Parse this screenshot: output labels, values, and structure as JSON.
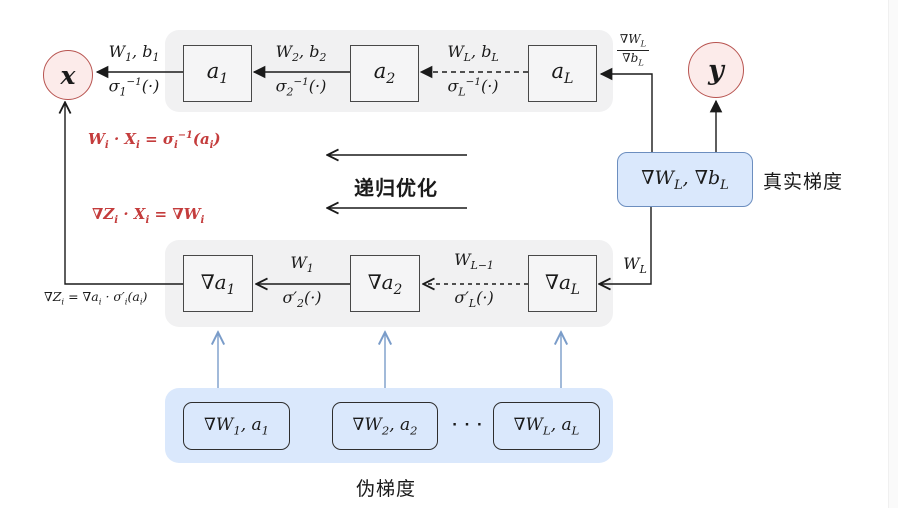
{
  "nodes": {
    "input": "x",
    "output": "y"
  },
  "forward_row": {
    "boxes": [
      "a<sub>1</sub>",
      "a<sub>2</sub>",
      "a<sub>L</sub>"
    ],
    "edges": [
      {
        "weight": "W<sub>1</sub>, b<sub>1</sub>",
        "activation": "σ<sub>1</sub><sup>−1</sup>(·)"
      },
      {
        "weight": "W<sub>2</sub>, b<sub>2</sub>",
        "activation": "σ<sub>2</sub><sup>−1</sup>(·)"
      },
      {
        "weight": "W<sub>L</sub>, b<sub>L</sub>",
        "activation": "σ<sub>L</sub><sup>−1</sup>(·)"
      }
    ],
    "gradient_fraction": {
      "numerator": "∇W<sub>L</sub>",
      "denominator": "∇b<sub>L</sub>"
    }
  },
  "true_gradient": {
    "box_label": "∇W<sub>L</sub>, ∇b<sub>L</sub>",
    "caption": "真实梯度",
    "edge_weight": "W<sub>L</sub>"
  },
  "equations": {
    "forward_identity": "W<sub>i</sub> · X<sub>i</sub> = σ<sub>i</sub><sup>−1</sup>(a<sub>i</sub>)",
    "gradient_identity": "∇Z<sub>i</sub> · X<sub>i</sub> = ∇W<sub>i</sub>",
    "z_gradient": "∇Z<sub>i</sub> = ∇a<sub>i</sub> · σ′<sub>i</sub>(a<sub>i</sub>)"
  },
  "recursive_label": "递归优化",
  "backward_row": {
    "boxes": [
      "∇a<sub>1</sub>",
      "∇a<sub>2</sub>",
      "∇a<sub>L</sub>"
    ],
    "edges": [
      {
        "weight": "W<sub>1</sub>",
        "activation": "σ′<sub>2</sub>(·)"
      },
      {
        "weight": "W<sub>L−1</sub>",
        "activation": "σ′<sub>L</sub>(·)"
      }
    ]
  },
  "pseudo_gradient": {
    "boxes": [
      "∇W<sub>1</sub>, a<sub>1</sub>",
      "∇W<sub>2</sub>, a<sub>2</sub>",
      "∇W<sub>L</sub>, a<sub>L</sub>"
    ],
    "dots": "· · ·",
    "caption": "伪梯度"
  },
  "colors": {
    "node_fill_pink": "#fcebea",
    "node_border_red": "#b85450",
    "blue_fill": "#dae8fc",
    "blue_border": "#6c8ebf",
    "gray_fill": "#f1f1f2",
    "red_text": "#c43c3c"
  }
}
